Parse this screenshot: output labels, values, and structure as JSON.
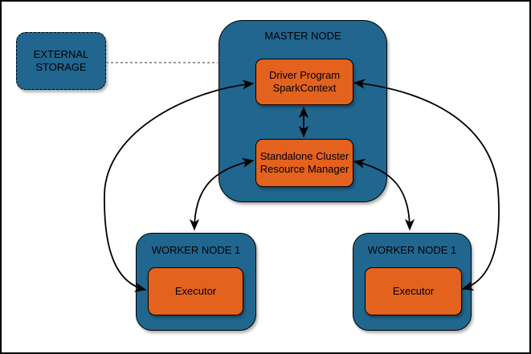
{
  "diagram": {
    "external_storage": {
      "label_line1": "EXTERNAL",
      "label_line2": "STORAGE"
    },
    "master_node": {
      "title": "MASTER NODE",
      "driver": {
        "line1": "Driver Program",
        "line2": "SparkContext"
      },
      "resource_manager": {
        "line1": "Standalone Cluster",
        "line2": "Resource Manager"
      }
    },
    "workers": [
      {
        "title": "WORKER NODE 1",
        "executor_label": "Executor"
      },
      {
        "title": "WORKER NODE 1",
        "executor_label": "Executor"
      }
    ],
    "connections": [
      {
        "from": "External Storage",
        "to": "Master Node",
        "style": "dashed",
        "arrows": "none"
      },
      {
        "from": "Driver Program SparkContext",
        "to": "Standalone Cluster Resource Manager",
        "style": "solid",
        "arrows": "both"
      },
      {
        "from": "Driver Program SparkContext",
        "to": "Executor (left worker)",
        "style": "solid",
        "arrows": "both"
      },
      {
        "from": "Driver Program SparkContext",
        "to": "Executor (right worker)",
        "style": "solid",
        "arrows": "both"
      },
      {
        "from": "Standalone Cluster Resource Manager",
        "to": "Worker Node 1 (left)",
        "style": "solid",
        "arrows": "both"
      },
      {
        "from": "Standalone Cluster Resource Manager",
        "to": "Worker Node 1 (right)",
        "style": "solid",
        "arrows": "both"
      }
    ],
    "colors": {
      "node_fill": "#20668f",
      "box_fill": "#e2621e",
      "border": "#000000",
      "arrow": "#000000",
      "dashed_link": "#999999",
      "background": "#ffffff"
    }
  }
}
